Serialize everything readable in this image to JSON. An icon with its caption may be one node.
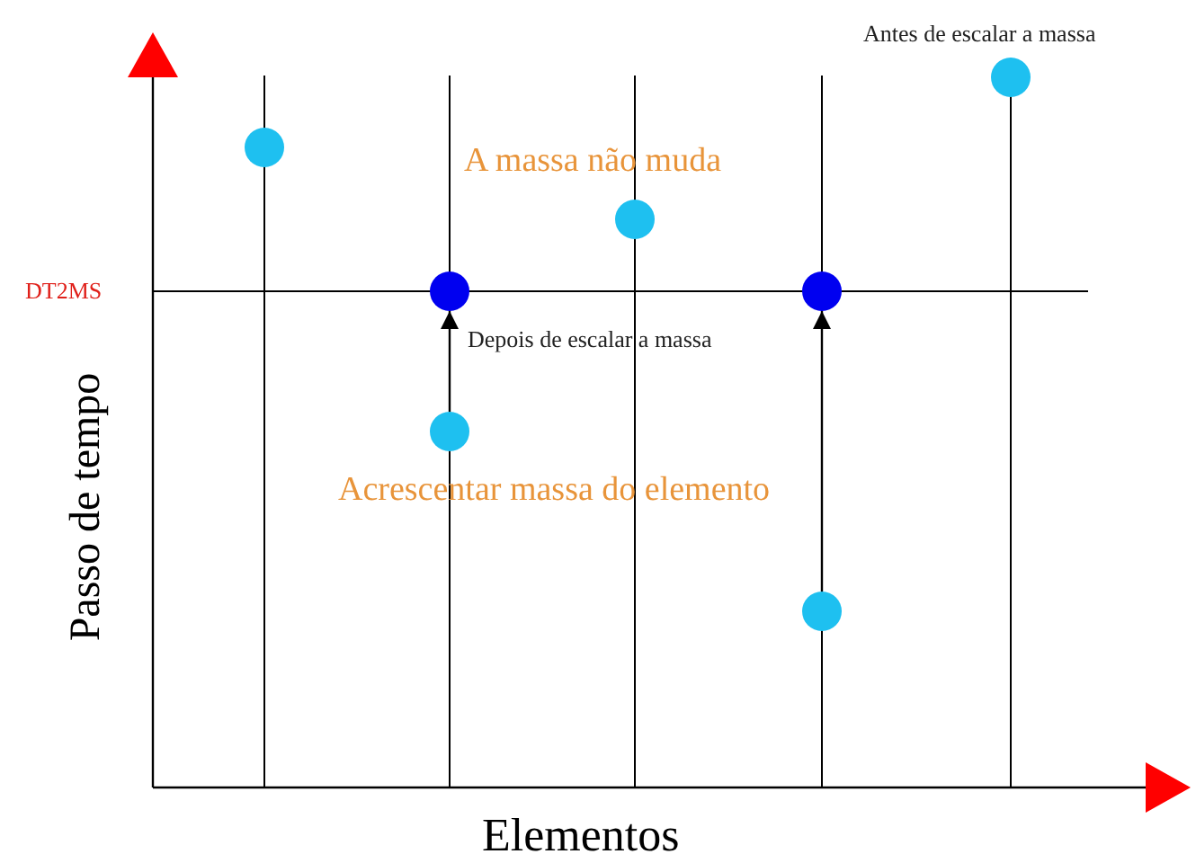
{
  "diagram": {
    "nodes": [
      {
        "text": [],
        "shape": "circle"
      },
      {
        "text": [],
        "shape": "circle"
      },
      {
        "text": [],
        "shape": "circle"
      },
      {
        "text": [],
        "shape": "circle"
      },
      {
        "text": [],
        "shape": "circle"
      },
      {
        "text": [],
        "shape": "circle"
      },
      {
        "text": [],
        "shape": "circle"
      }
    ],
    "edges": [
      {
        "from": 2,
        "to": 1,
        "arrow": "to"
      },
      {
        "from": 5,
        "to": 4,
        "arrow": "to"
      }
    ],
    "labels": [
      "Antes de escalar a massa",
      "A massa não muda",
      "DT2MS",
      "Depois de escalar a massa",
      "Acrescentar massa do elemento",
      "Passo de tempo",
      "Elementos"
    ]
  }
}
